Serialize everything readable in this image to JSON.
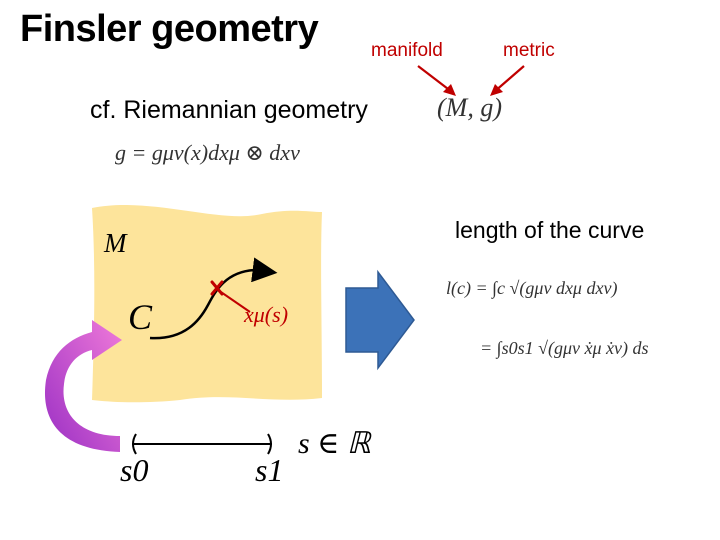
{
  "slide": {
    "title": "Finsler geometry",
    "annotation_labels": {
      "manifold": "manifold",
      "metric": "metric"
    },
    "cf_text": "cf. Riemannian geometry",
    "pair": "(M, g)",
    "metric_formula": "g = gμν(x)dxμ ⊗ dxν",
    "length_title": "length of the curve",
    "length_formula_line1": "l(c) = ∫c √(gμν dxμ dxν)",
    "length_formula_line2": "= ∫s0s1 √(gμν ẋμ ẋν) ds"
  },
  "diagram": {
    "manifold_label": "M",
    "curve_label": "C",
    "point_label": "xμ(s)",
    "interval_label": "s ∈ ℝ",
    "interval_start": "s0",
    "interval_end": "s1",
    "colors": {
      "manifold_fill": "#fde49b",
      "arrow_red": "#c00000",
      "big_arrow": "#3c72b8",
      "magenta_arrow": "#c43bd6",
      "curve": "#000000"
    }
  }
}
